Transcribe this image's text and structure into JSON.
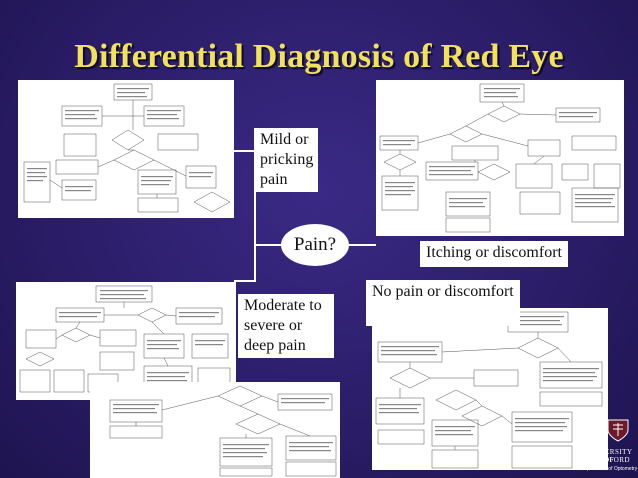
{
  "slide": {
    "title": "Differential Diagnosis of Red Eye",
    "center_label": "Pain?"
  },
  "branches": {
    "mild": "Mild or pricking pain",
    "itching": "Itching or discomfort",
    "moderate": "Moderate to severe or deep pain",
    "none": "No pain or discomfort"
  },
  "logo": {
    "line1": "UNIVERSITY OF",
    "line2": "BRADFORD",
    "line3": "Department of Optometry"
  },
  "colors": {
    "background": "#2c1e6b",
    "title": "#f2e25a",
    "panel": "#ffffff"
  }
}
